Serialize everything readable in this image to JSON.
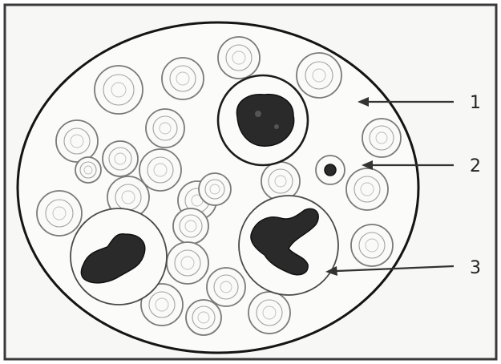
{
  "labels": [
    "1",
    "2",
    "3"
  ],
  "colors": {
    "background": "#f7f7f5",
    "outline": "#151515",
    "nucleus": "#2a2a2a"
  }
}
